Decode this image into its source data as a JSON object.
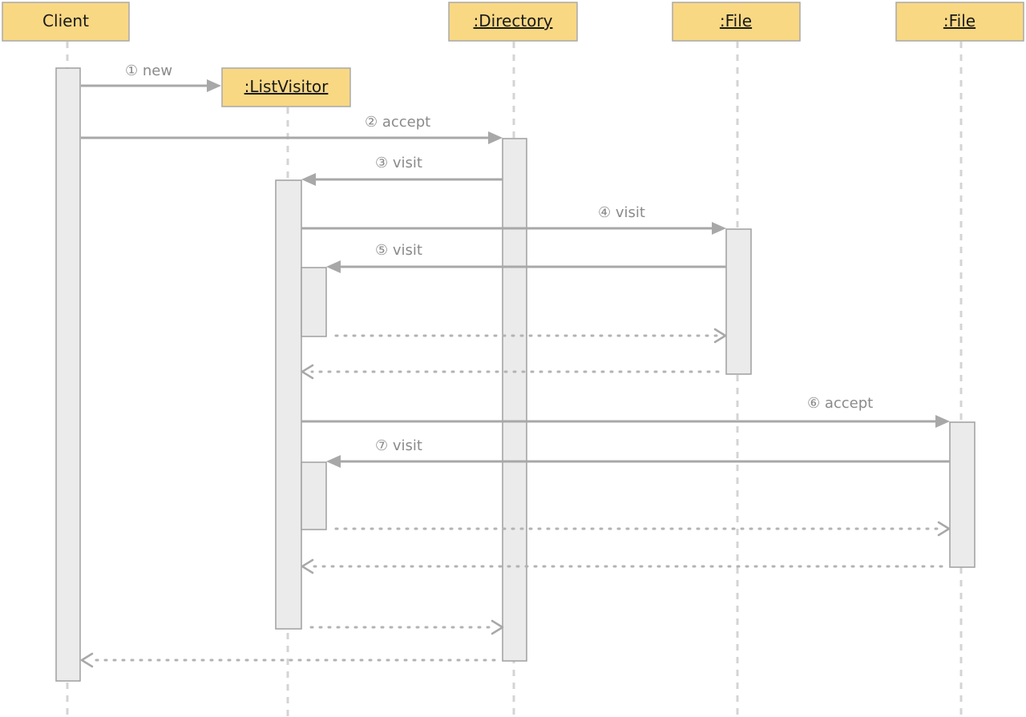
{
  "participants": [
    {
      "id": "client",
      "label": "Client",
      "underline": false
    },
    {
      "id": "listvisitor",
      "label": ":ListVisitor",
      "underline": true
    },
    {
      "id": "directory",
      "label": ":Directory",
      "underline": true
    },
    {
      "id": "file1",
      "label": ":File",
      "underline": true
    },
    {
      "id": "file2",
      "label": ":File",
      "underline": true
    }
  ],
  "messages": [
    {
      "id": "m1",
      "label": "① new",
      "from": "client",
      "to": "listvisitor",
      "type": "call"
    },
    {
      "id": "m2",
      "label": "② accept",
      "from": "client",
      "to": "directory",
      "type": "call"
    },
    {
      "id": "m3",
      "label": "③ visit",
      "from": "directory",
      "to": "listvisitor",
      "type": "call"
    },
    {
      "id": "m4",
      "label": "④ visit",
      "from": "listvisitor",
      "to": "file1",
      "type": "call"
    },
    {
      "id": "m5",
      "label": "⑤ visit",
      "from": "file1",
      "to": "listvisitor",
      "type": "call"
    },
    {
      "id": "r5",
      "label": "",
      "from": "listvisitor",
      "to": "file1",
      "type": "return"
    },
    {
      "id": "r4",
      "label": "",
      "from": "file1",
      "to": "listvisitor",
      "type": "return"
    },
    {
      "id": "m6",
      "label": "⑥ accept",
      "from": "listvisitor",
      "to": "file2",
      "type": "call"
    },
    {
      "id": "m7",
      "label": "⑦ visit",
      "from": "file2",
      "to": "listvisitor",
      "type": "call"
    },
    {
      "id": "r7",
      "label": "",
      "from": "listvisitor",
      "to": "file2",
      "type": "return"
    },
    {
      "id": "r6",
      "label": "",
      "from": "file2",
      "to": "listvisitor",
      "type": "return"
    },
    {
      "id": "r3",
      "label": "",
      "from": "listvisitor",
      "to": "directory",
      "type": "return"
    },
    {
      "id": "r2",
      "label": "",
      "from": "directory",
      "to": "client",
      "type": "return"
    }
  ],
  "colors": {
    "header_fill": "#f9d884",
    "activation_fill": "#ebebeb",
    "line": "#a8a8a8",
    "lifeline": "#d4d4d4"
  }
}
